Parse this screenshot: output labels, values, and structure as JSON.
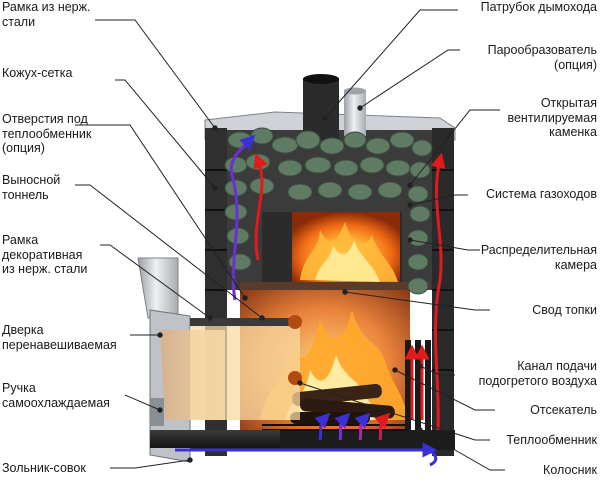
{
  "labels_left": [
    {
      "id": "frame-steel",
      "text": "Рамка из нерж.\nстали"
    },
    {
      "id": "mesh-casing",
      "text": "Кожух-сетка"
    },
    {
      "id": "heat-exchanger-holes",
      "text": "Отверстия под\n теплообменник\n(опция)"
    },
    {
      "id": "extension-tunnel",
      "text": "Выносной\nтоннель"
    },
    {
      "id": "decor-frame",
      "text": "Рамка\nдекоративная\nиз нерж. стали"
    },
    {
      "id": "rehangable-door",
      "text": "Дверка\nперенавешиваемая"
    },
    {
      "id": "self-cooling-handle",
      "text": "Ручка\nсамоохлаждаемая"
    },
    {
      "id": "ash-scoop",
      "text": "Зольник-совок"
    }
  ],
  "labels_right": [
    {
      "id": "chimney-pipe",
      "text": "Патрубок дымохода"
    },
    {
      "id": "steam-generator",
      "text": "Парообразователь\n(опция)"
    },
    {
      "id": "open-ventilated-stones",
      "text": "Открытая\nвентилируемая\nкаменка"
    },
    {
      "id": "gas-duct-system",
      "text": "Система газоходов"
    },
    {
      "id": "distribution-chamber",
      "text": "Распределительная\nкамера"
    },
    {
      "id": "firebox-vault",
      "text": "Свод  топки"
    },
    {
      "id": "heated-air-channel",
      "text": "Канал подачи\nподогретого воздуха"
    },
    {
      "id": "cutoff",
      "text": "Отсекатель"
    },
    {
      "id": "heat-exchanger",
      "text": "Теплообменник"
    },
    {
      "id": "grate",
      "text": "Колосник"
    }
  ],
  "colors": {
    "steel": "#c9ccd0",
    "steel_dark": "#8a8f95",
    "body_dark": "#2d2d2d",
    "stone": "#5d7a62",
    "fire_core": "#fff2a0",
    "fire_mid": "#ff9a1f",
    "fire_outer": "#e0400a",
    "hot_air": "#e11a1a",
    "cold_air": "#3b2fd6",
    "leader": "#222222"
  },
  "icons": [
    "flame-icon",
    "stone-icon",
    "air-flow-arrow-icon"
  ]
}
